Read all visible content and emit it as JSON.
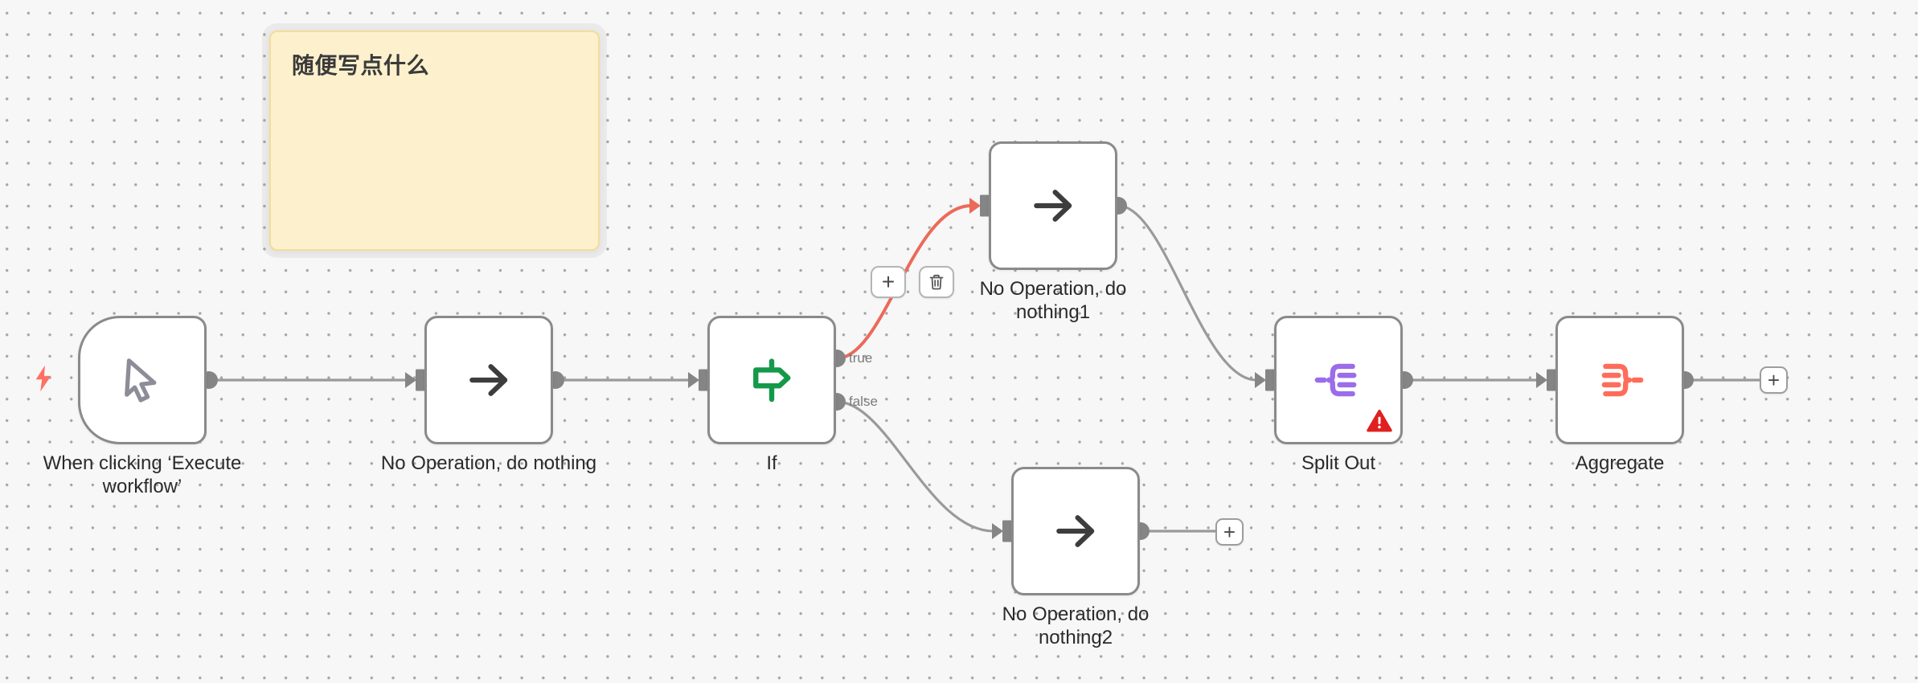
{
  "sticky_note": {
    "content": "随便写点什么"
  },
  "nodes": [
    {
      "id": "manual-trigger",
      "label": "When clicking ‘Execute workflow’",
      "icon": "cursor-icon"
    },
    {
      "id": "no-op",
      "label": "No Operation, do nothing",
      "icon": "arrow-right-icon"
    },
    {
      "id": "if",
      "label": "If",
      "icon": "signpost-icon"
    },
    {
      "id": "no-op-1",
      "label": "No Operation, do nothing1",
      "icon": "arrow-right-icon"
    },
    {
      "id": "split-out",
      "label": "Split Out",
      "icon": "split-icon",
      "has_issue": true
    },
    {
      "id": "aggregate",
      "label": "Aggregate",
      "icon": "aggregate-icon"
    },
    {
      "id": "no-op-2",
      "label": "No Operation, do nothing2",
      "icon": "arrow-right-icon"
    }
  ],
  "if_outputs": {
    "true_label": "true",
    "false_label": "false"
  },
  "ui": {
    "plus": "+"
  },
  "colors": {
    "canvas_bg": "#f7f7f7",
    "grid_dot": "#a5a5a5",
    "edge": "#9a9a9a",
    "edge_active": "#ec6a5a",
    "node_border": "#8a8a8a",
    "connector": "#858585",
    "noop_icon": "#3d3d3d",
    "if_icon": "#14994a",
    "split_icon": "#9b6dea",
    "aggregate_icon": "#ff6d5a",
    "trigger_bolt": "#ff7163",
    "warning": "#e02020",
    "sticky_bg": "#fdf1cd",
    "sticky_border": "#f3dd9a"
  }
}
